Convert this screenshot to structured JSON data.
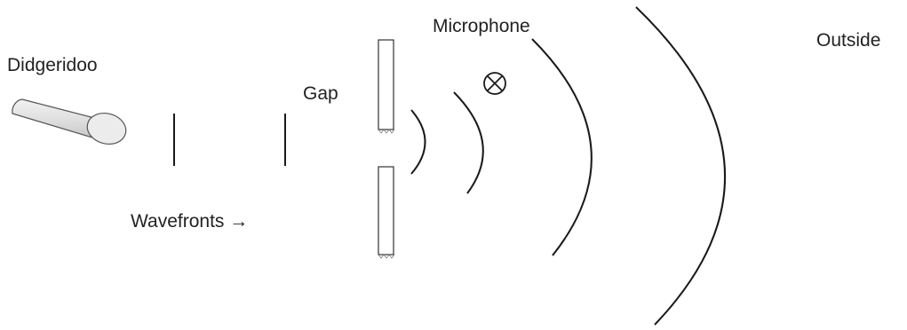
{
  "labels": {
    "didgeridoo": "Didgeridoo",
    "gap": "Gap",
    "microphone": "Microphone",
    "outside": "Outside",
    "wavefronts": "Wavefronts →"
  },
  "colors": {
    "stroke": "#1a1a1a",
    "text": "#222222",
    "tube_fill": "#dcdcdc",
    "tube_end": "#ececec"
  }
}
